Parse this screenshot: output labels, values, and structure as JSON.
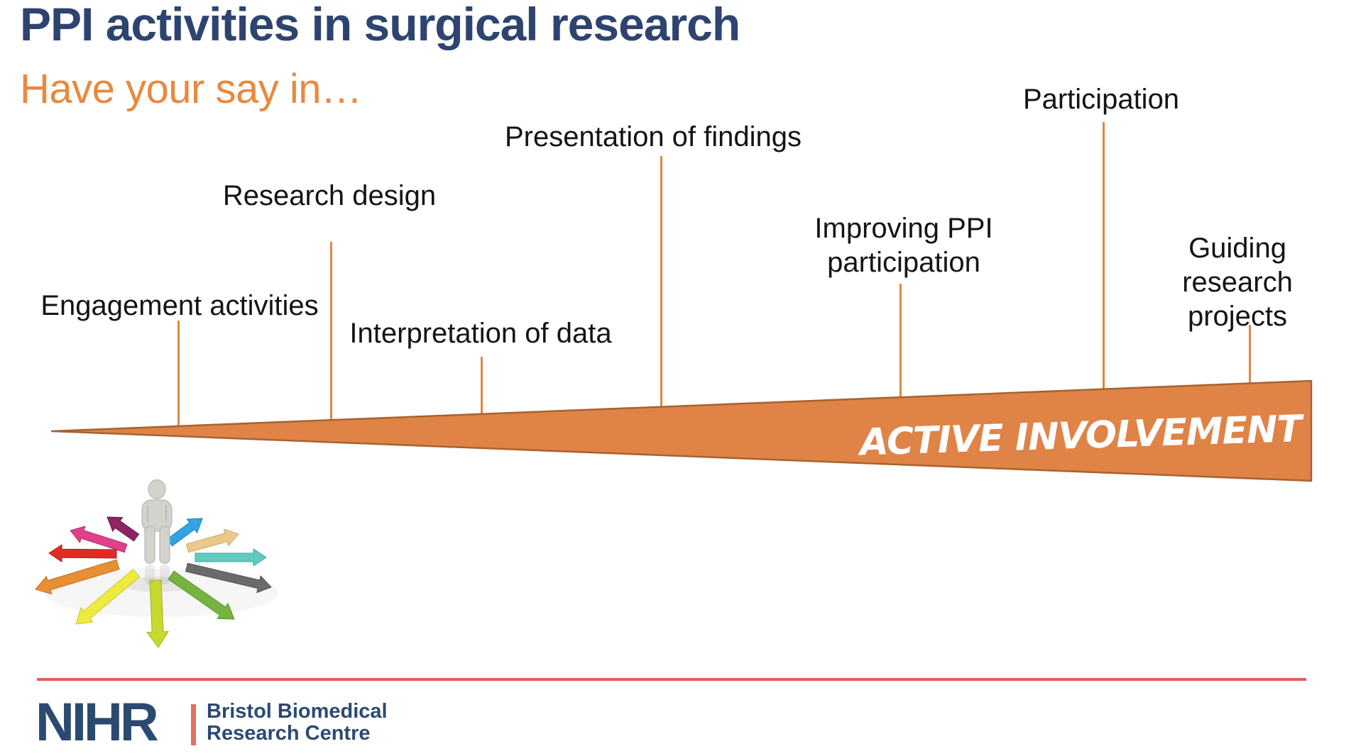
{
  "slide": {
    "title": "PPI activities in surgical research",
    "subtitle": "Have your say in…",
    "stage_labels": [
      {
        "text": "Engagement activities"
      },
      {
        "text": "Research design"
      },
      {
        "text": "Interpretation of data"
      },
      {
        "text": "Presentation of findings"
      },
      {
        "text": "Improving PPI\nparticipation"
      },
      {
        "text": "Participation"
      },
      {
        "text": "Guiding research\nprojects"
      }
    ],
    "arrow_label": "ACTIVE INVOLVEMENT",
    "footer": {
      "logo_acronym": "NIHR",
      "org_line1": "Bristol Biomedical",
      "org_line2": "Research Centre"
    },
    "icons": {
      "clipart": "person-with-radiating-arrows-icon"
    },
    "colors": {
      "title_navy": "#2E4470",
      "subtitle_orange": "#E8893F",
      "label_black": "#141414",
      "connector_orange": "#E0883F",
      "wedge_fill": "#E08347",
      "wedge_border": "#A8622F",
      "wedge_label_white": "#FFFFFF",
      "footer_rule_coral": "#DA6156",
      "logo_navy": "#2B4A72",
      "logo_coral": "#E4705F",
      "clipart_arrow_colors": [
        "#8E2464",
        "#E0418A",
        "#DE2C25",
        "#E78F35",
        "#EDEB3E",
        "#C7D831",
        "#76B43F",
        "#6B6B6B",
        "#62C9BE",
        "#EBC98A",
        "#35A2E4"
      ]
    }
  }
}
